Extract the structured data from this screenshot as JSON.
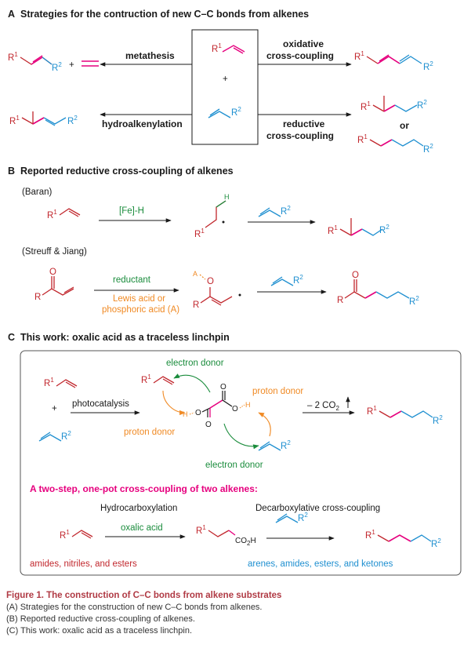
{
  "panelA": {
    "title_letter": "A",
    "title": "Strategies for the contruction of new C–C bonds from alkenes",
    "metathesis": "metathesis",
    "oxidative_1": "oxidative",
    "oxidative_2": "cross-coupling",
    "hydroalkenylation": "hydroalkenylation",
    "reductive_1": "reductive",
    "reductive_2": "cross-coupling",
    "or": "or",
    "plus": "+"
  },
  "panelB": {
    "title_letter": "B",
    "title": "Reported reductive cross-coupling of alkenes",
    "baran": "(Baran)",
    "fe_h": "[Fe]-H",
    "streuff": "(Streuff & Jiang)",
    "reductant": "reductant",
    "lewis_1": "Lewis acid or",
    "lewis_2": "phosphoric acid (A)",
    "a_label": "A",
    "o_label": "O",
    "h_label": "H"
  },
  "panelC": {
    "title_letter": "C",
    "title": "This work: oxalic acid as a traceless linchpin",
    "electron_donor_top": "electron donor",
    "proton_donor_right": "proton donor",
    "photocatalysis": "photocatalysis",
    "proton_donor_left": "proton donor",
    "electron_donor_bottom": "electron donor",
    "minus_co2": "– 2 CO",
    "co2_sub": "2",
    "two_step": "A two-step, one-pot cross-coupling of two alkenes:",
    "hydrocarboxylation": "Hydrocarboxylation",
    "decarboxylative": "Decarboxylative cross-coupling",
    "oxalic_acid": "oxalic acid",
    "co2h": "CO",
    "co2h_sub": "2",
    "co2h_h": "H",
    "amides_left": "amides, nitriles, and esters",
    "arenes_right": "arenes, amides, esters, and ketones"
  },
  "labels": {
    "R": "R",
    "one": "1",
    "two": "2",
    "O": "O",
    "H": "H",
    "plus": "+"
  },
  "colors": {
    "magenta": "#e6007e",
    "blue": "#1e8fd0",
    "green": "#1a8c3c",
    "orange": "#f08a24",
    "red": "#c1272d",
    "caption_red": "#b03a44"
  },
  "caption": {
    "title": "Figure 1. The construction of C–C bonds from alkene substrates",
    "a": "(A) Strategies for the construction of new C–C bonds from alkenes.",
    "b": "(B) Reported reductive cross-coupling of alkenes.",
    "c": "(C) This work: oxalic acid as a traceless linchpin."
  }
}
